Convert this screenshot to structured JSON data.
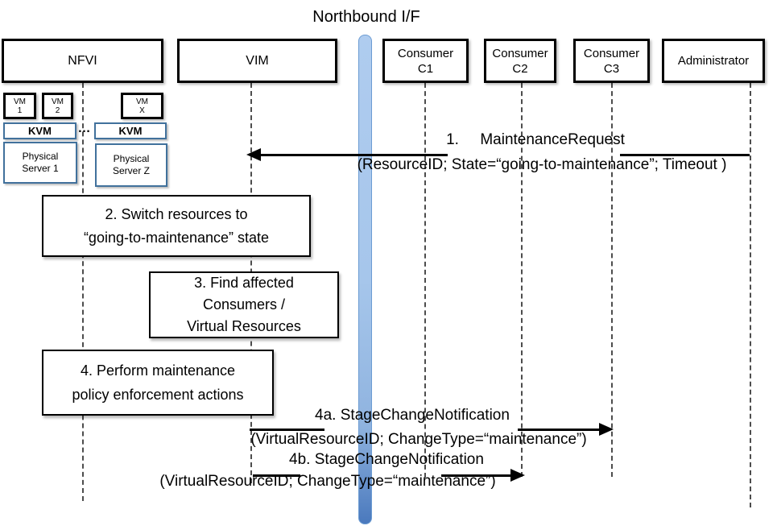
{
  "title": "Northbound I/F",
  "actors": [
    {
      "id": "nfvi",
      "label": "NFVI"
    },
    {
      "id": "vim",
      "label": "VIM"
    },
    {
      "id": "consumer-c1",
      "label": "Consumer\nC1"
    },
    {
      "id": "consumer-c2",
      "label": "Consumer\nC2"
    },
    {
      "id": "consumer-c3",
      "label": "Consumer\nC3"
    },
    {
      "id": "administrator",
      "label": "Administrator"
    }
  ],
  "nfvi_detail": {
    "vms": [
      "VM\n1",
      "VM\n2",
      "VM\nX"
    ],
    "hypervisors": [
      "KVM",
      "KVM"
    ],
    "servers": [
      "Physical\nServer 1",
      "Physical\nServer Z"
    ],
    "ellipsis": "…"
  },
  "steps": [
    {
      "text": "2. Switch resources to\n“going-to-maintenance” state"
    },
    {
      "text": "3. Find affected\nConsumers /\nVirtual Resources"
    },
    {
      "text": "4. Perform maintenance\npolicy enforcement actions"
    }
  ],
  "messages": [
    {
      "label": "1.     MaintenanceRequest",
      "params": "(ResourceID; State=“going-to-maintenance”; Timeout )",
      "from": "Administrator",
      "to": "VIM"
    },
    {
      "label": "4a. StageChangeNotification",
      "params": "(VirtualResourceID; ChangeType=“maintenance”)",
      "from": "VIM",
      "to": "Consumer C3"
    },
    {
      "label": "4b. StageChangeNotification",
      "params": "(VirtualResourceID; ChangeType=“maintenance”)",
      "from": "VIM",
      "to": "Consumer C2"
    }
  ],
  "colors": {
    "accent_blue_bottom": "#4A79BD",
    "accent_blue_top": "#AFCCEF",
    "steel_border": "#41719C",
    "line_black": "#000000"
  }
}
